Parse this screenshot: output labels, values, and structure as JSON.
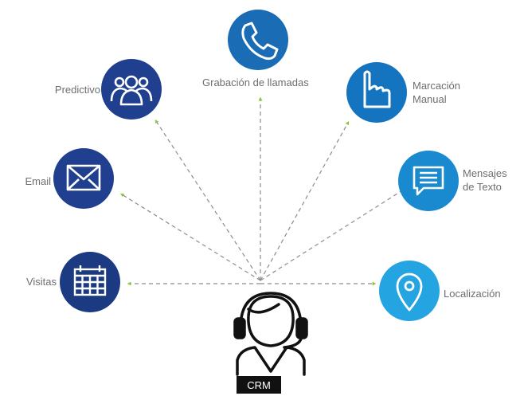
{
  "center": {
    "label": "CRM"
  },
  "nodes": {
    "grabacion": {
      "label": "Grabación de llamadas",
      "icon": "phone-icon",
      "color": "#1a6cb5"
    },
    "predictivo": {
      "label": "Predictivo",
      "icon": "users-group-icon",
      "color": "#203f8f"
    },
    "marcacion": {
      "line1": "Marcación",
      "line2": "Manual",
      "icon": "finger-point-icon",
      "color": "#1474bf"
    },
    "email": {
      "label": "Email",
      "icon": "envelope-icon",
      "color": "#203f8f"
    },
    "mensajes": {
      "line1": "Mensajes",
      "line2": "de Texto",
      "icon": "chat-bubble-icon",
      "color": "#1a8ad0"
    },
    "visitas": {
      "label": "Visitas",
      "icon": "calendar-icon",
      "color": "#1c3a82"
    },
    "localizacion": {
      "label": "Localización",
      "icon": "map-pin-icon",
      "color": "#24a4e0"
    }
  },
  "arrow_color": "#8dc63f",
  "line_color": "#8c8c8c"
}
